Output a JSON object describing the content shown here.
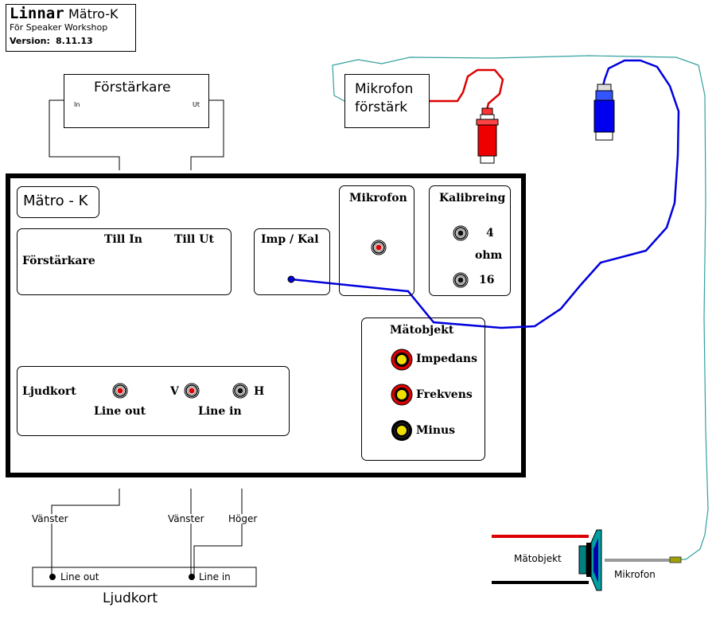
{
  "title_block": {
    "brand": "Linnar",
    "product": "Mätro-K",
    "subtitle": "För Speaker Workshop",
    "version_label": "Version:",
    "version_value": "8.11.13"
  },
  "amplifier": {
    "title": "Förstärkare",
    "in_label": "In",
    "out_label": "Ut"
  },
  "mic_preamp": {
    "line1": "Mikrofon",
    "line2": "förstärk"
  },
  "device": {
    "name": "Mätro - K",
    "amp_section": {
      "label": "Förstärkare",
      "till_in": "Till In",
      "till_ut": "Till Ut"
    },
    "imp_kal": {
      "title": "Imp / Kal"
    },
    "mikrofon": {
      "title": "Mikrofon"
    },
    "kalibrering": {
      "title": "Kalibreing",
      "val_4": "4",
      "unit": "ohm",
      "val_16": "16"
    },
    "matobjekt": {
      "title": "Mätobjekt",
      "impedans": "Impedans",
      "frekvens": "Frekvens",
      "minus": "Minus"
    },
    "ljudkort": {
      "label": "Ljudkort",
      "line_out": "Line out",
      "line_in": "Line in",
      "left": "V",
      "right": "H"
    }
  },
  "soundcard": {
    "title": "Ljudkort",
    "line_out": "Line out",
    "line_in": "Line in",
    "wire_out_left": "Vänster",
    "wire_in_left": "Vänster",
    "wire_in_right": "Höger"
  },
  "speaker": {
    "label": "Mätobjekt",
    "mic_label": "Mikrofon"
  },
  "colors": {
    "cable_blue": "#0000dd",
    "cable_red": "#dd0000",
    "cable_teal": "#33a0a0",
    "jack_red": "#dd0000",
    "binding_yellow": "#f0e000",
    "speaker_teal": "#008080",
    "speaker_blue": "#0000aa"
  }
}
